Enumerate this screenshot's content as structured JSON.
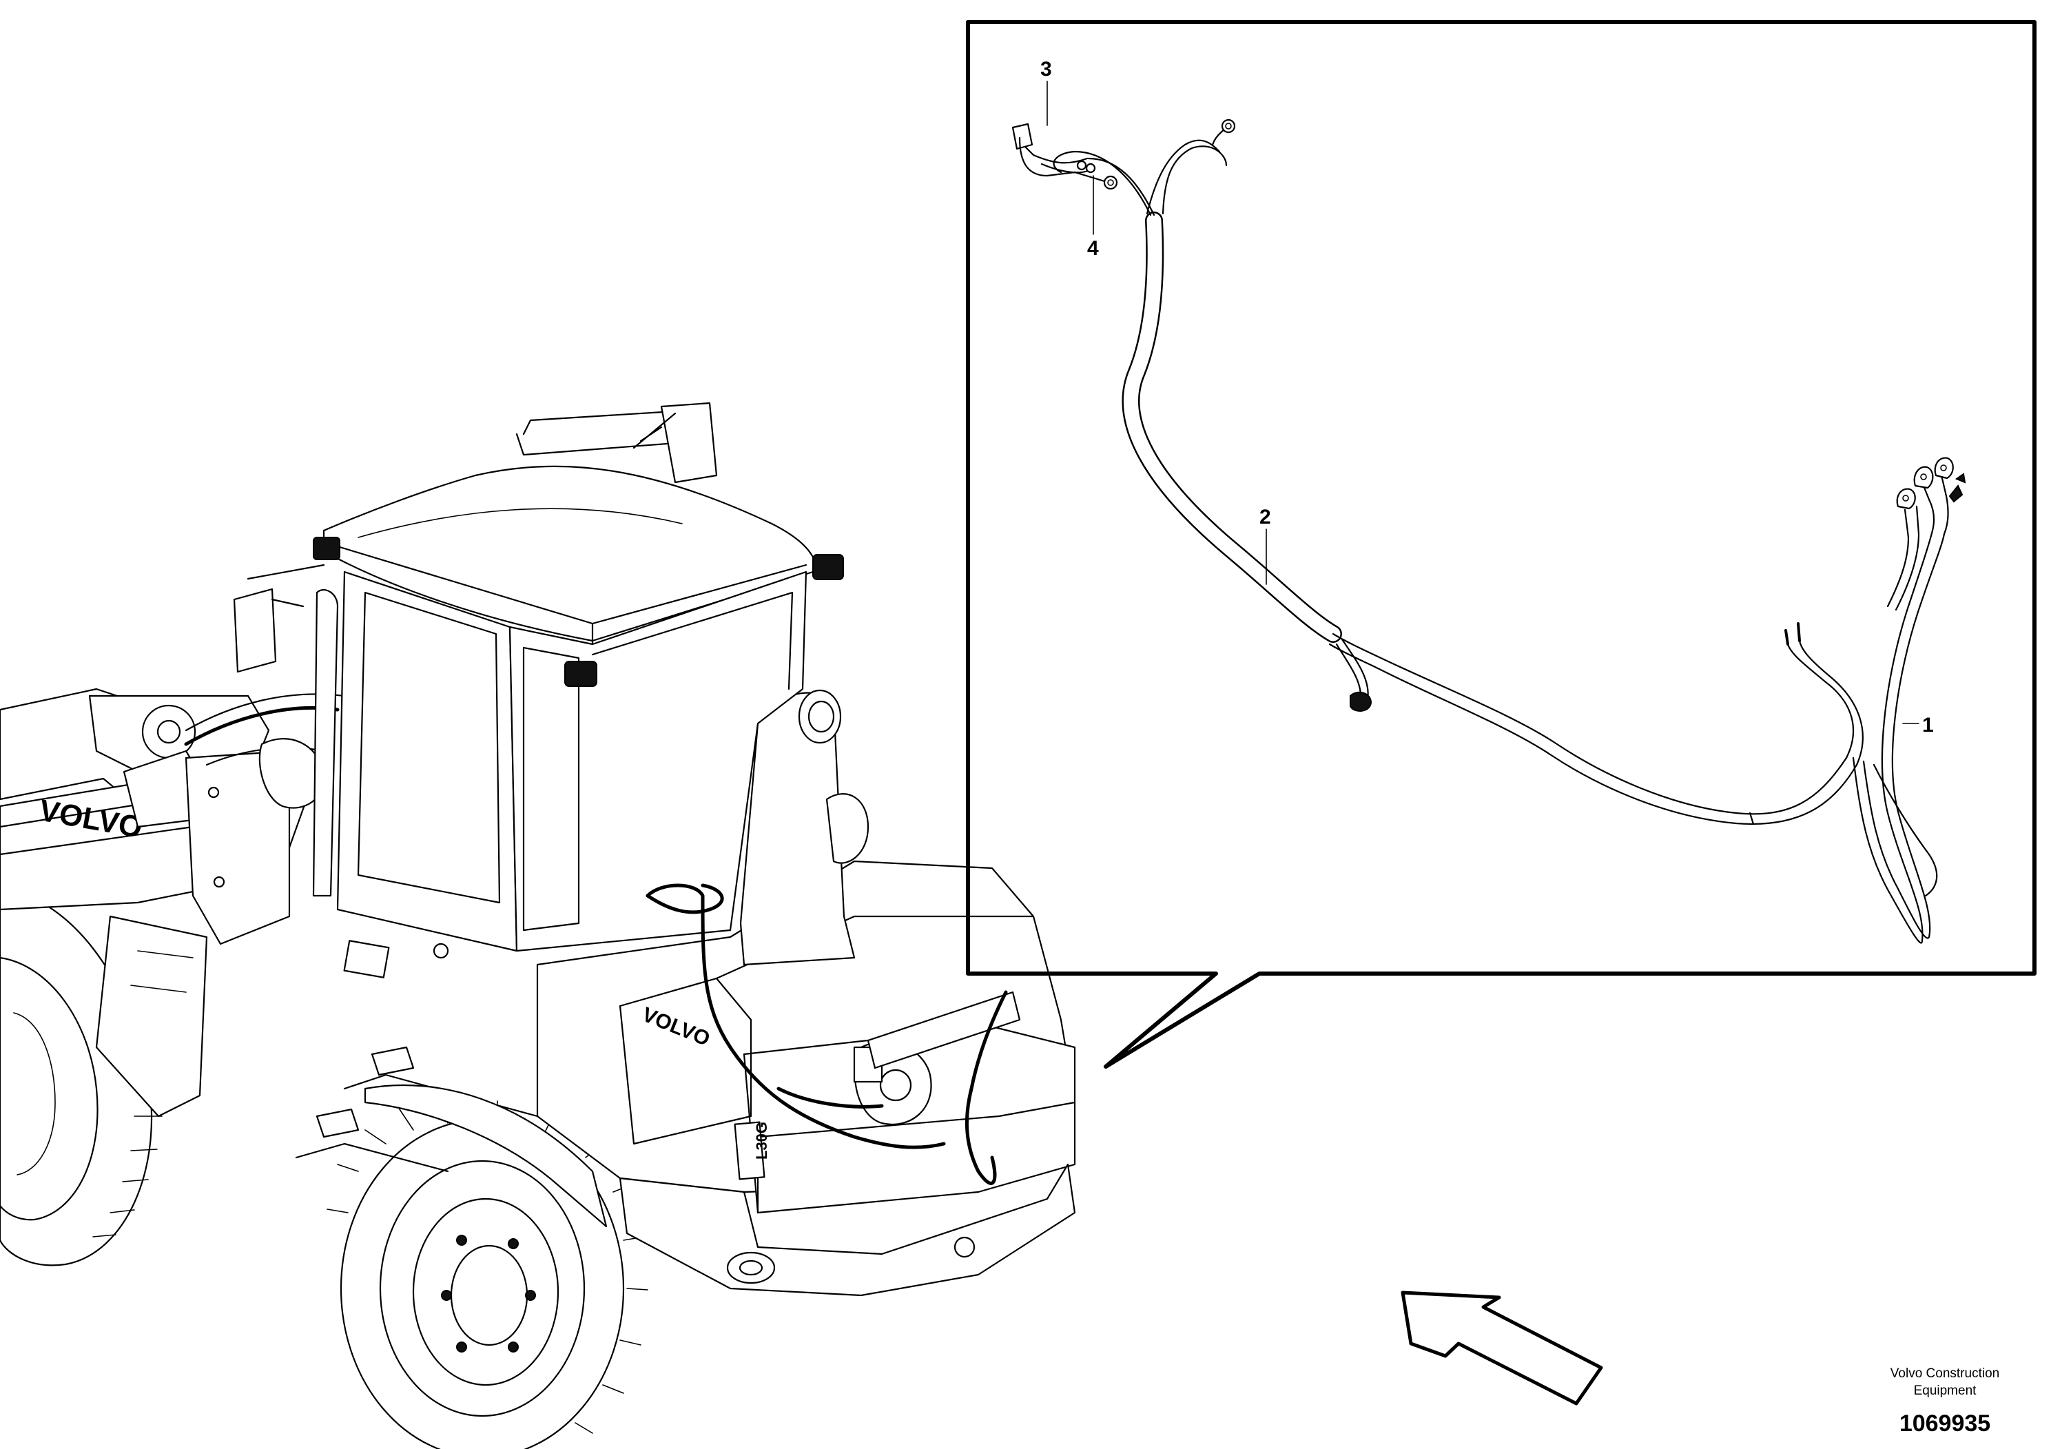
{
  "callouts": [
    {
      "id": "1",
      "label": "1"
    },
    {
      "id": "2",
      "label": "2"
    },
    {
      "id": "3",
      "label": "3"
    },
    {
      "id": "4",
      "label": "4"
    }
  ],
  "machine": {
    "brand_text": "VOLVO",
    "model_text": "L30G"
  },
  "footer": {
    "company_line1": "Volvo Construction",
    "company_line2": "Equipment",
    "document_number": "1069935"
  },
  "icons": [
    "direction-arrow-icon"
  ]
}
